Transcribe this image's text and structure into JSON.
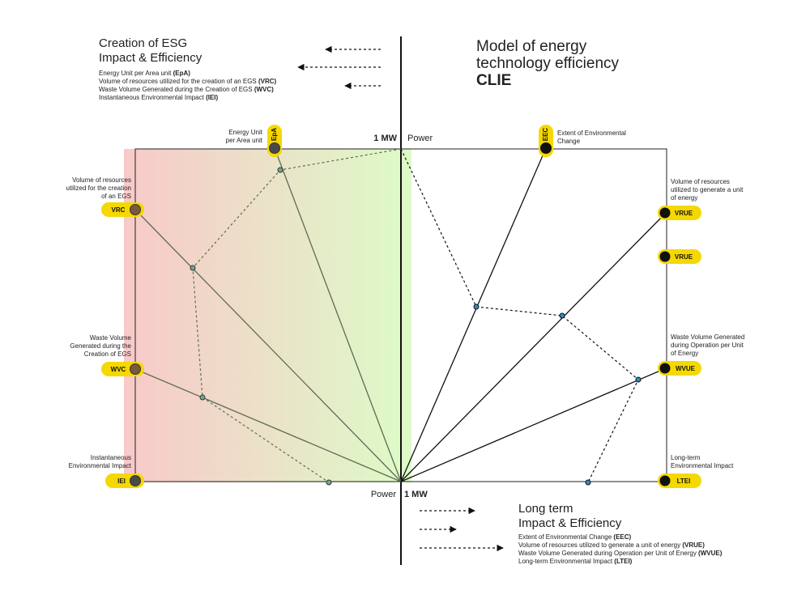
{
  "left_header": {
    "title_line1": "Creation of ESG",
    "title_line2": "Impact & Efficiency",
    "legend": [
      {
        "text": "Energy Unit per Area unit ",
        "abbr": "(EpA)"
      },
      {
        "text": "Volume of resources utilized for the creation of an EGS ",
        "abbr": "(VRC)"
      },
      {
        "text": "Waste Volume Generated during the Creation of EGS ",
        "abbr": "(WVC)"
      },
      {
        "text": "Instantaneous Environmental Impact ",
        "abbr": "(IEI)"
      }
    ]
  },
  "right_header": {
    "title_line1": "Model of energy",
    "title_line2": "technology efficiency",
    "title_line3": "CLIE"
  },
  "bottom_right": {
    "title_line1": "Long term",
    "title_line2": "Impact & Efficiency",
    "legend": [
      {
        "text": "Extent of Environmental Change ",
        "abbr": "(EEC)"
      },
      {
        "text": "Volume of resources utilized to generate a unit of energy ",
        "abbr": "(VRUE)"
      },
      {
        "text": "Waste Volume Generated during Operation per Unit of Energy ",
        "abbr": "(WVUE)"
      },
      {
        "text": "Long-term Environmental Impact ",
        "abbr": "(LTEI)"
      }
    ]
  },
  "axis": {
    "top_value": "1 MW",
    "top_label": "Power",
    "bottom_label": "Power",
    "bottom_value": "1 MW"
  },
  "badges": {
    "epa": "EpA",
    "eec": "EEC",
    "vrc": "VRC",
    "wvc": "WVC",
    "iei": "IEI",
    "vrue1": "VRUE",
    "vrue2": "VRUE",
    "wvue": "WVUE",
    "ltei": "LTEI"
  },
  "labels": {
    "epa": [
      "Energy Unit",
      "per Area unit"
    ],
    "eec": [
      "Extent of Environmental",
      "Change"
    ],
    "vrc": [
      "Volume of resources",
      "utilized for the creation",
      "of an EGS"
    ],
    "wvc": [
      "Waste Volume",
      "Generated during the",
      "Creation of EGS"
    ],
    "iei": [
      "Instantaneous",
      "Environmental Impact"
    ],
    "vrue": [
      "Volume of resources",
      "utilized to generate a unit",
      "of energy"
    ],
    "wvue": [
      "Waste Volume Generated",
      "during Operation per Unit",
      "of Energy"
    ],
    "ltei": [
      "Long-term",
      "Environmental Impact"
    ]
  },
  "colors": {
    "badge": "#f5d800",
    "left_gradient_start": "#f8c9c9",
    "left_gradient_end": "#ddfbc7",
    "left_lines": "#5d6b55",
    "right_lines": "#111111",
    "left_marker": "#6fa892",
    "right_marker": "#2a8fc4",
    "left_badge_dot": "#7a5a3a",
    "right_badge_dot": "#111111"
  }
}
